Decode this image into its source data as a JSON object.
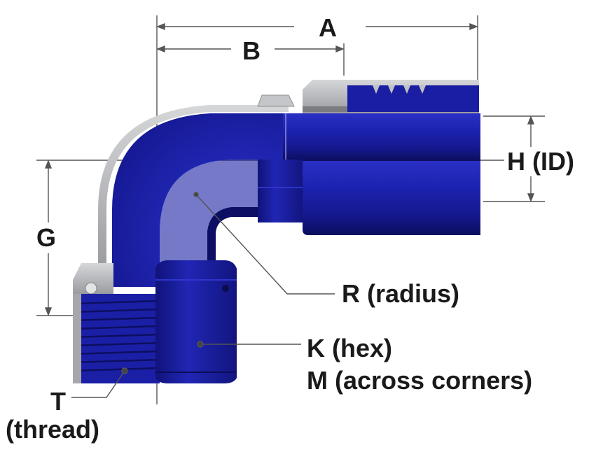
{
  "labels": {
    "a": "A",
    "b": "B",
    "h": "H (ID)",
    "g": "G",
    "r": "R (radius)",
    "k": "K (hex)",
    "m": "M (across corners)",
    "t_line1": "T",
    "t_line2": "(thread)"
  },
  "colors": {
    "fitting_blue": "#1c1fa8",
    "fitting_blue_dark": "#0d0f6e",
    "fitting_blue_light": "#3a44d6",
    "metal_gray": "#b9bbbe",
    "dimension_line": "#555555",
    "text": "#1a1a1a"
  }
}
